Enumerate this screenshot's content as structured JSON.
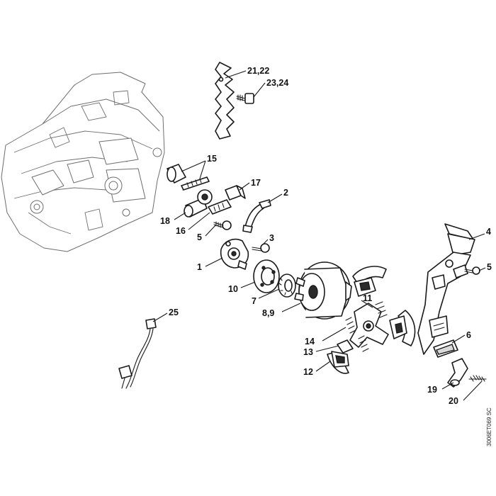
{
  "callouts": [
    {
      "id": "c-21-22",
      "label": "21,22"
    },
    {
      "id": "c-23-24",
      "label": "23,24"
    },
    {
      "id": "c-15",
      "label": "15"
    },
    {
      "id": "c-17",
      "label": "17"
    },
    {
      "id": "c-2",
      "label": "2"
    },
    {
      "id": "c-18",
      "label": "18"
    },
    {
      "id": "c-16",
      "label": "16"
    },
    {
      "id": "c-5a",
      "label": "5"
    },
    {
      "id": "c-3",
      "label": "3"
    },
    {
      "id": "c-1",
      "label": "1"
    },
    {
      "id": "c-4",
      "label": "4"
    },
    {
      "id": "c-5b",
      "label": "5"
    },
    {
      "id": "c-10",
      "label": "10"
    },
    {
      "id": "c-7",
      "label": "7"
    },
    {
      "id": "c-8-9",
      "label": "8,9"
    },
    {
      "id": "c-11",
      "label": "11"
    },
    {
      "id": "c-25",
      "label": "25"
    },
    {
      "id": "c-14",
      "label": "14"
    },
    {
      "id": "c-13",
      "label": "13"
    },
    {
      "id": "c-12",
      "label": "12"
    },
    {
      "id": "c-6",
      "label": "6"
    },
    {
      "id": "c-19",
      "label": "19"
    },
    {
      "id": "c-20",
      "label": "20"
    }
  ],
  "document_id": "3006ET069 SC"
}
